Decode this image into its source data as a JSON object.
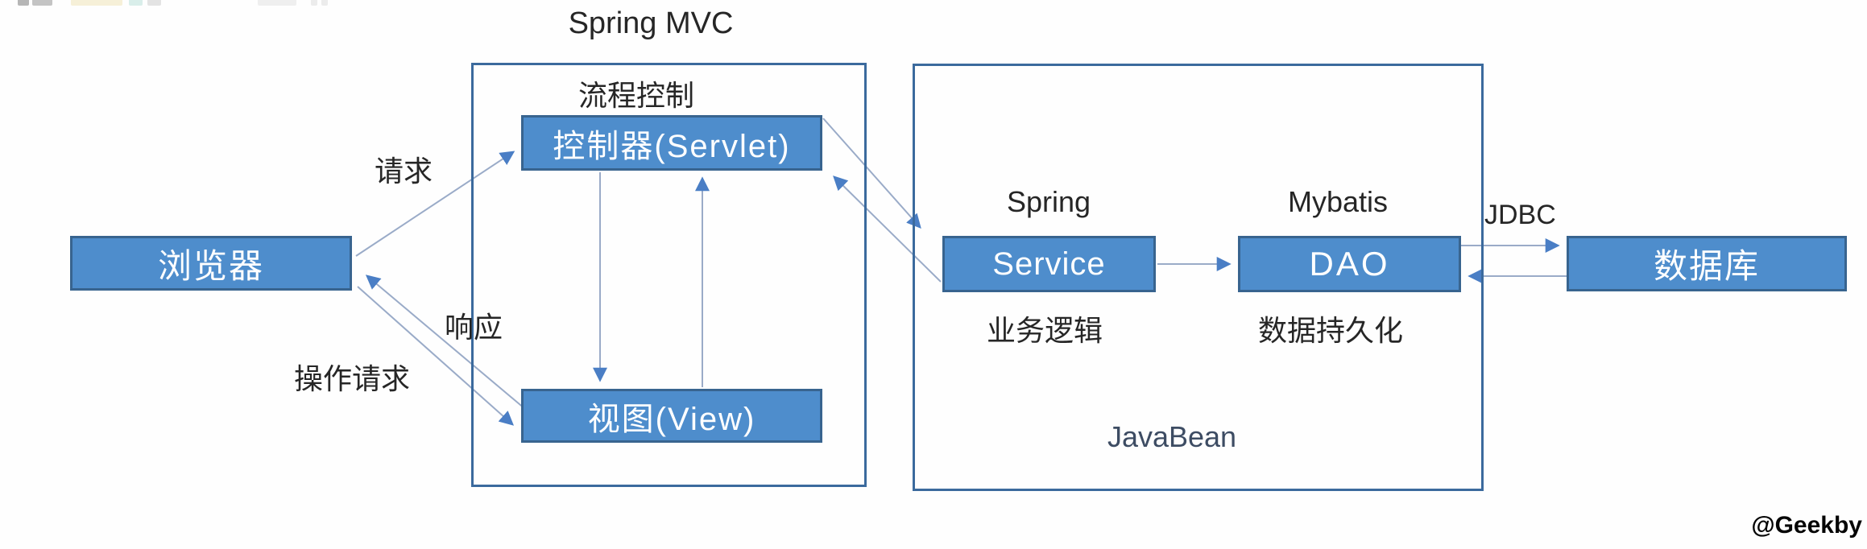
{
  "page": {
    "watermark": "@Geekby"
  },
  "diagram": {
    "mvc_container": {
      "title": "Spring MVC",
      "subtitle": "流程控制"
    },
    "javabean_container": {
      "label": "JavaBean"
    },
    "nodes": {
      "browser": "浏览器",
      "controller": "控制器(Servlet)",
      "view": "视图(View)",
      "service": "Service",
      "dao": "DAO",
      "database": "数据库"
    },
    "edge_labels": {
      "request": "请求",
      "response": "响应",
      "operation_request": "操作请求",
      "jdbc": "JDBC"
    },
    "annotations": {
      "service_framework": "Spring",
      "dao_framework": "Mybatis",
      "service_role": "业务逻辑",
      "dao_role": "数据持久化"
    },
    "colors": {
      "node_fill": "#4e8dcc",
      "node_border": "#38648f",
      "container_border": "#3b6a9d",
      "connector_line": "#9aabc8",
      "arrowhead": "#4a7ec5",
      "label_text": "#262626",
      "node_text": "#ffffff"
    }
  }
}
